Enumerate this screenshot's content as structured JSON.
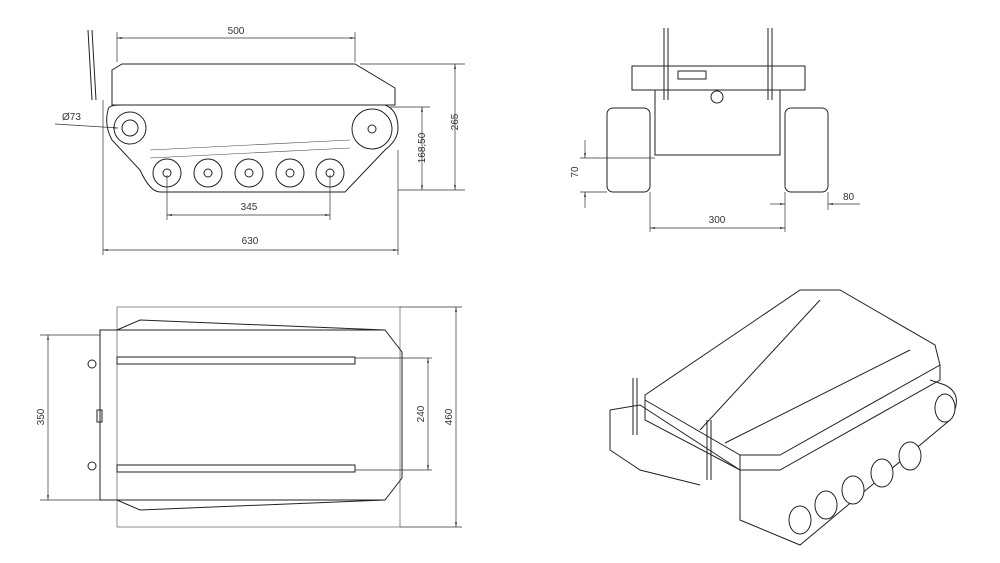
{
  "views": {
    "side": {
      "dim_top_length": "500",
      "dim_sprocket_diameter": "Ø73",
      "dim_total_height": "265",
      "dim_track_height": "168,50",
      "dim_wheelbase": "345",
      "dim_total_length": "630"
    },
    "front": {
      "dim_ground_clearance": "70",
      "dim_track_gauge": "300",
      "dim_track_width": "80"
    },
    "top": {
      "dim_body_width": "350",
      "dim_rail_spacing": "240",
      "dim_total_width": "460"
    }
  }
}
